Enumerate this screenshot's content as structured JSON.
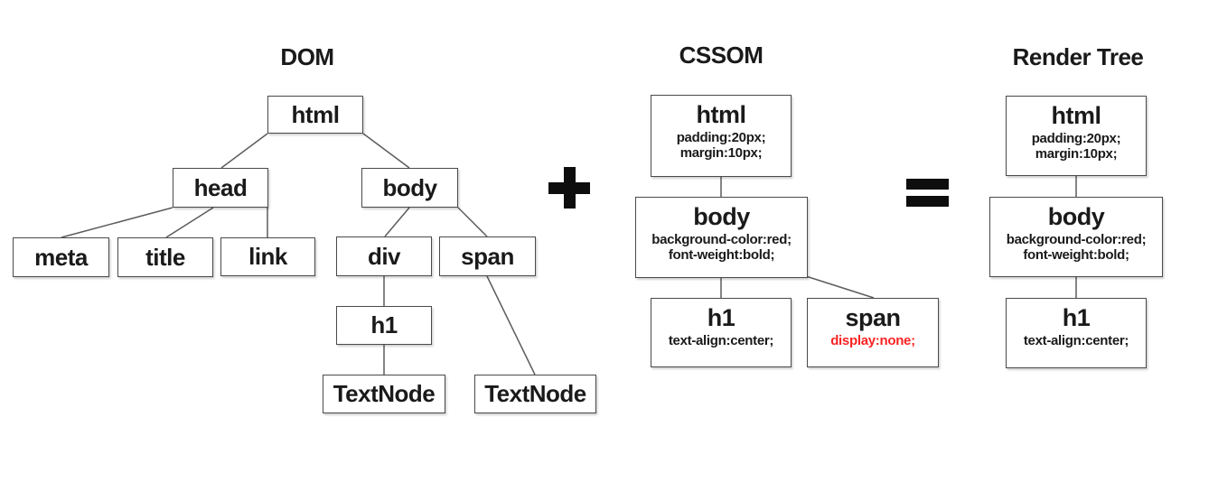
{
  "dom": {
    "title": "DOM",
    "nodes": [
      {
        "id": "html",
        "label": "html"
      },
      {
        "id": "head",
        "label": "head"
      },
      {
        "id": "body",
        "label": "body"
      },
      {
        "id": "meta",
        "label": "meta"
      },
      {
        "id": "title",
        "label": "title"
      },
      {
        "id": "link",
        "label": "link"
      },
      {
        "id": "div",
        "label": "div"
      },
      {
        "id": "span",
        "label": "span"
      },
      {
        "id": "h1",
        "label": "h1"
      },
      {
        "id": "textnode-1",
        "label": "TextNode"
      },
      {
        "id": "textnode-2",
        "label": "TextNode"
      }
    ],
    "edges": [
      "html-head",
      "html-body",
      "head-meta",
      "head-title",
      "head-link",
      "body-div",
      "body-span",
      "div-h1",
      "h1-textnode-1",
      "span-textnode-2"
    ]
  },
  "operators": {
    "plus": "+",
    "equals": "="
  },
  "cssom": {
    "title": "CSSOM",
    "nodes": [
      {
        "tag": "html",
        "rules": [
          "padding:20px;",
          "margin:10px;"
        ]
      },
      {
        "tag": "body",
        "rules": [
          "background-color:red;",
          "font-weight:bold;"
        ]
      },
      {
        "tag": "h1",
        "rules": [
          "text-align:center;"
        ]
      },
      {
        "tag": "span",
        "rules": [
          "display:none;"
        ],
        "rule_highlight_color": "#fa2323"
      }
    ],
    "edges": [
      "html-body",
      "body-h1",
      "body-span"
    ]
  },
  "render_tree": {
    "title": "Render Tree",
    "nodes": [
      {
        "tag": "html",
        "rules": [
          "padding:20px;",
          "margin:10px;"
        ]
      },
      {
        "tag": "body",
        "rules": [
          "background-color:red;",
          "font-weight:bold;"
        ]
      },
      {
        "tag": "h1",
        "rules": [
          "text-align:center;"
        ]
      }
    ],
    "edges": [
      "html-body",
      "body-h1"
    ]
  },
  "colors": {
    "highlight_red": "#fa2323",
    "box_border": "#4a4a4a",
    "connector": "#5c5c5c",
    "text": "#1a1a1a",
    "background": "#ffffff"
  }
}
